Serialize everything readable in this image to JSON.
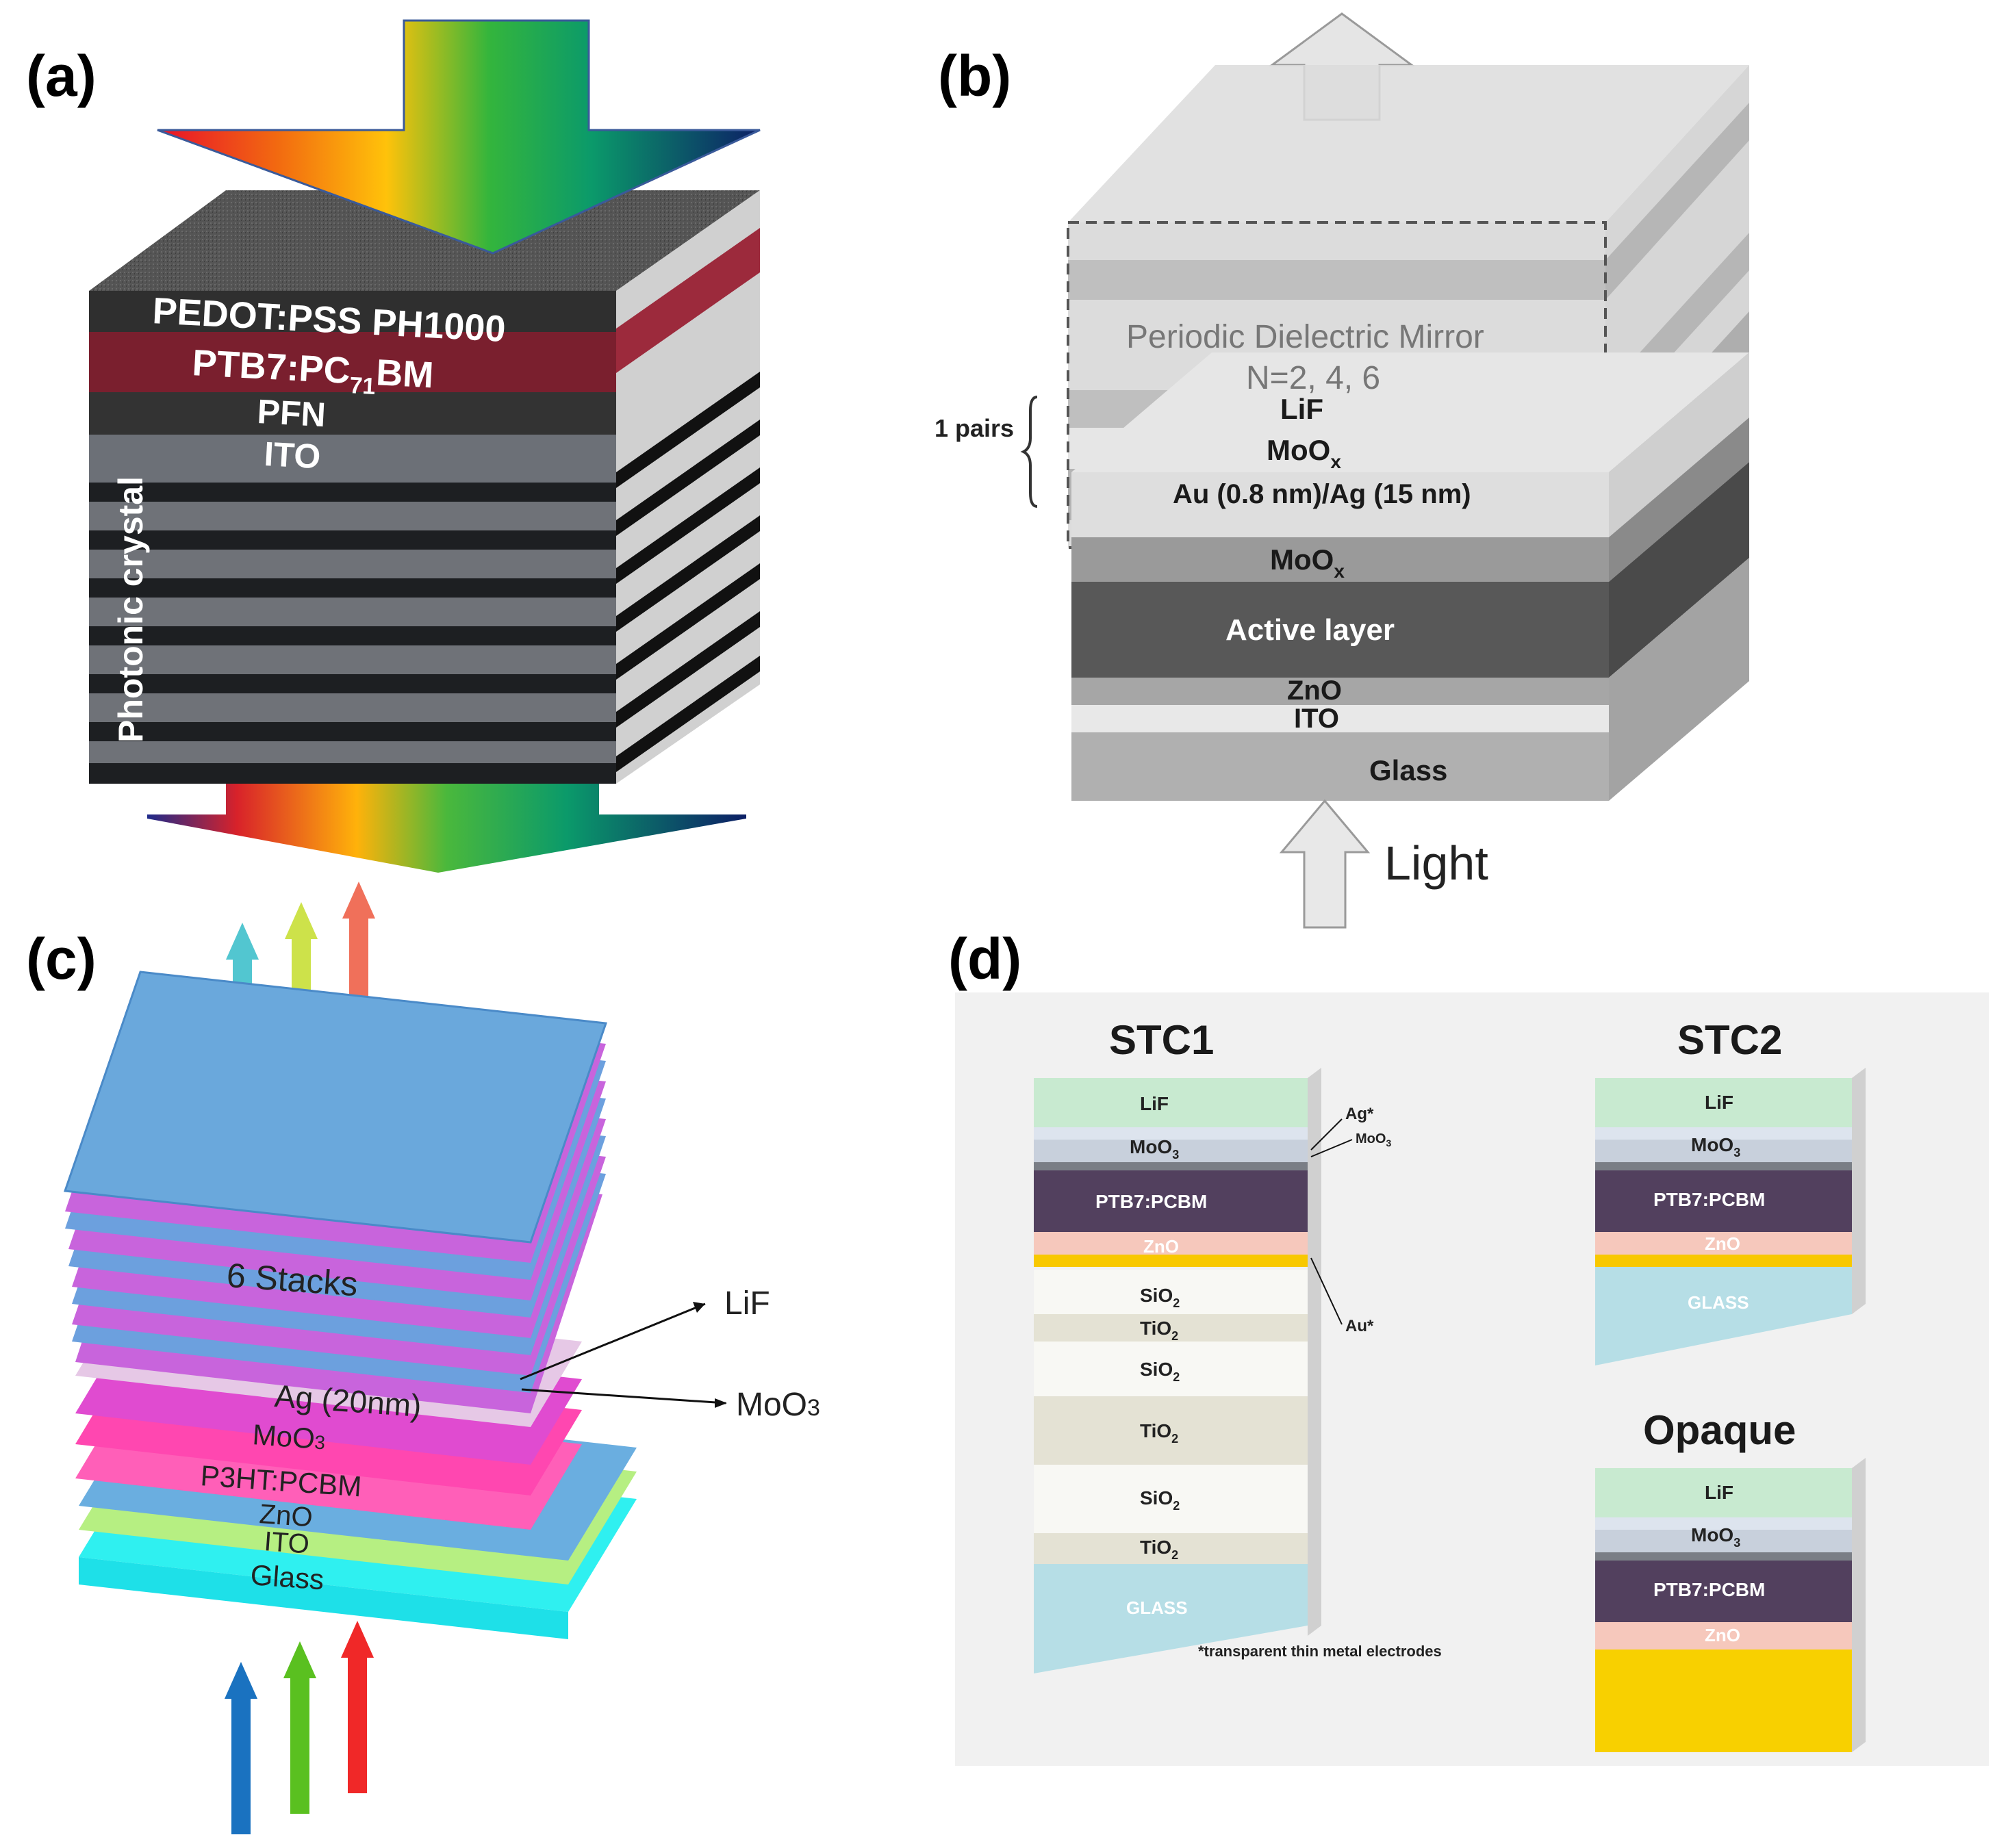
{
  "panels": {
    "a": "(a)",
    "b": "(b)",
    "c": "(c)",
    "d": "(d)"
  },
  "a": {
    "pedot": "PEDOT:PSS PH1000",
    "ptb7_pre": "PTB7:PC",
    "ptb7_sub": "71",
    "ptb7_post": "BM",
    "pfn": "PFN",
    "ito": "ITO",
    "photonic": "Photonic crystal"
  },
  "b": {
    "mirror": "Periodic Dielectric Mirror",
    "n": "N=2, 4, 6",
    "pairs": "1 pairs",
    "lif": "LiF",
    "moox_top": "MoO",
    "moox_top_sub": "x",
    "auag": "Au (0.8 nm)/Ag (15 nm)",
    "moox": "MoO",
    "moox_sub": "x",
    "active": "Active layer",
    "zno": "ZnO",
    "ito": "ITO",
    "glass": "Glass",
    "light": "Light"
  },
  "c": {
    "stacks": "6 Stacks",
    "lif": "LiF",
    "moo3_arrow": "MoO",
    "moo3_arrow_sub": "3",
    "ag": "Ag (20nm)",
    "moo3": "MoO",
    "moo3_sub": "3",
    "p3ht": "P3HT:PCBM",
    "zno": "ZnO",
    "ito": "ITO",
    "glass": "Glass"
  },
  "d": {
    "stc1": "STC1",
    "stc2": "STC2",
    "opaque": "Opaque",
    "lif": "LiF",
    "moo3": "MoO",
    "sub3": "3",
    "ptb7": "PTB7:PCBM",
    "zno": "ZnO",
    "sio2": "SiO",
    "tio2": "TiO",
    "sub2": "2",
    "glass": "GLASS",
    "ag_star": "Ag*",
    "moo3_small": "MoO",
    "au_star": "Au*",
    "note": "*transparent thin metal electrodes"
  }
}
